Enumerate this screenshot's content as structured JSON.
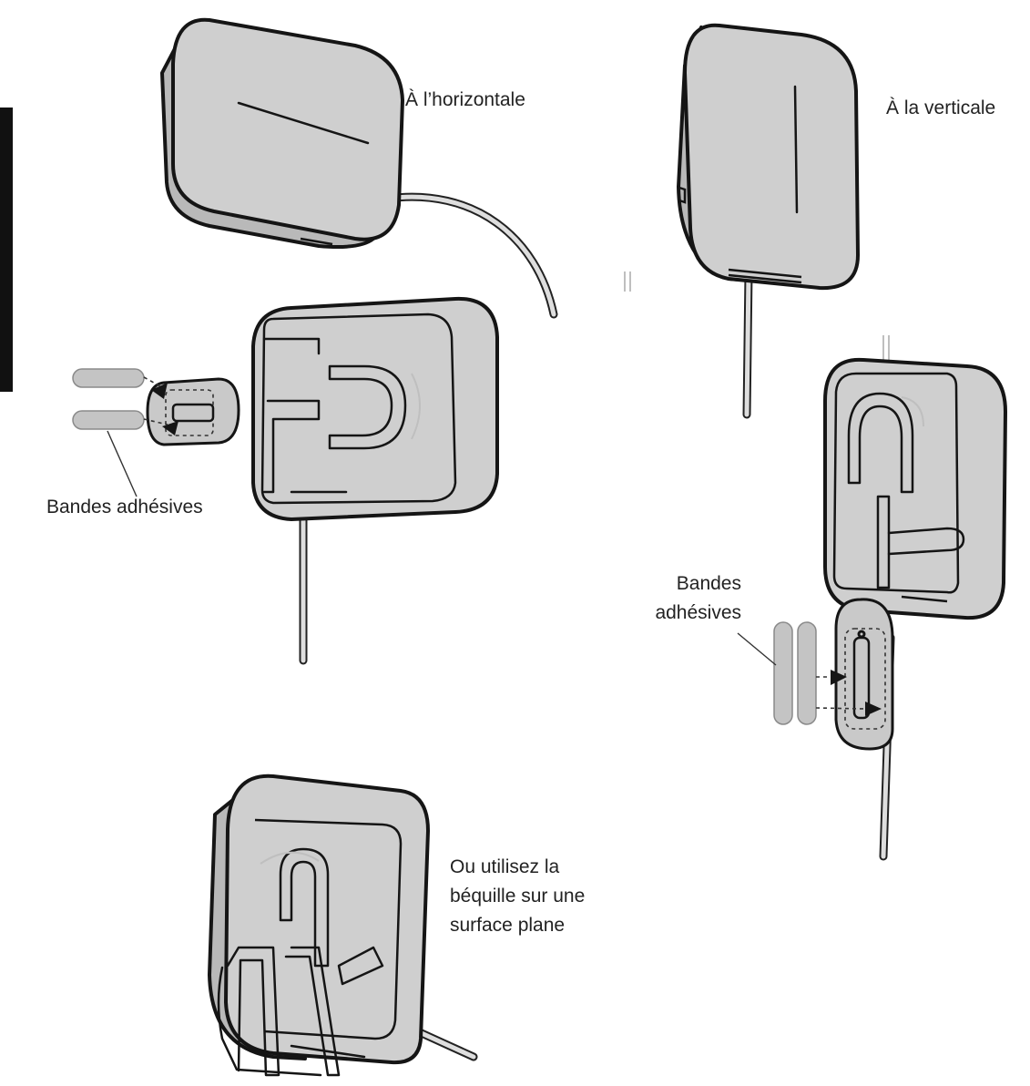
{
  "labels": {
    "horizontal": "À l’horizontale",
    "vertical": "À la verticale",
    "adhesive_left": "Bandes adhésives",
    "adhesive_right_line1": "Bandes",
    "adhesive_right_line2": "adhésives",
    "stand_line1": "Ou utilisez la",
    "stand_line2": "béquille sur une",
    "stand_line3": "surface plane"
  },
  "colors": {
    "device_fill": "#cfcfcf",
    "outline": "#151515",
    "strip_fill": "#c4c4c4",
    "background": "#ffffff"
  }
}
